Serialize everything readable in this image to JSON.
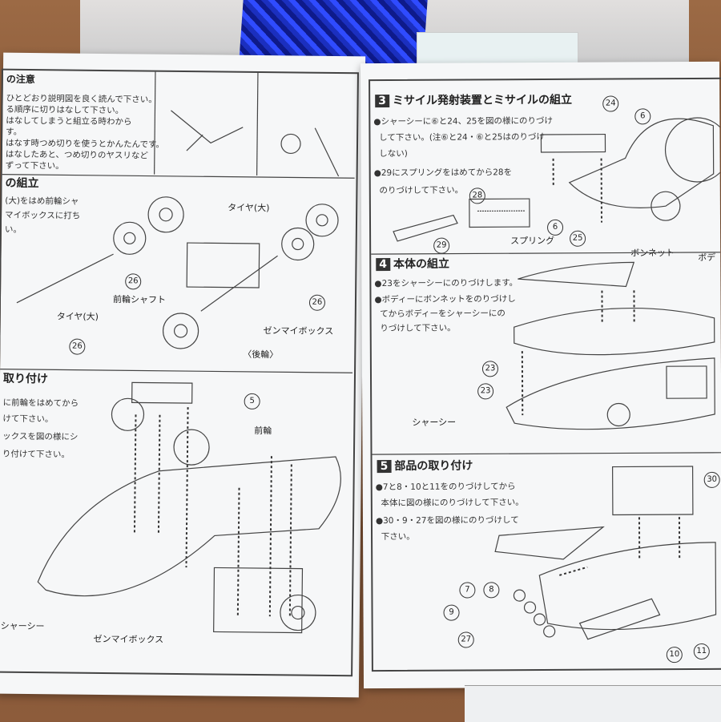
{
  "left_page": {
    "caution_title": "の注意",
    "caution_lines": [
      "ひとどおり説明図を良く読んで下さい。",
      "る順序に切りはなして下さい。",
      "はなしてしまうと組立る時わから",
      "す。",
      "はなす時つめ切りを使うとかんたんです。",
      "はなしたあと、つめ切りのヤスリなど",
      "ずって下さい。"
    ],
    "step2_title": "の組立",
    "step2_lines": [
      "(大)をはめ前輪シャ",
      "マイボックスに打ち",
      "い。"
    ],
    "step2_labels": {
      "tire_large_1": "タイヤ(大)",
      "tire_large_2": "タイヤ(大)",
      "front_shaft": "前輪シャフト",
      "zenmai_box": "ゼンマイボックス",
      "rear_wheel": "〈後輪〉",
      "part_26": "26"
    },
    "step3_title": "取り付け",
    "step3_lines": [
      "に前輪をはめてから",
      "けて下さい。",
      "ックスを図の様にシ",
      "り付けて下さい。"
    ],
    "step3_labels": {
      "front_wheel": "前輪",
      "part_5": "5",
      "chassis": "シャーシー",
      "zenmai_box": "ゼンマイボックス"
    }
  },
  "right_page": {
    "step3": {
      "num": "3",
      "title": "ミサイル発射装置とミサイルの組立",
      "lines": [
        "●シャーシーに⑥と24、25を図の様にのりづけ",
        "  して下さい。(注⑥と24・⑥と25はのりづけ",
        "  しない)",
        "●29にスプリングをはめてから28を",
        "  のりづけして下さい。"
      ],
      "parts": [
        "24",
        "6",
        "28",
        "6",
        "25",
        "29"
      ],
      "spring": "スプリング"
    },
    "step4": {
      "num": "4",
      "title": "本体の組立",
      "lines": [
        "●23をシャーシーにのりづけします。",
        "●ボディーにボンネットをのりづけし",
        "  てからボディーをシャーシーにの",
        "  りづけして下さい。"
      ],
      "bonnet": "ボンネット",
      "body": "ボデ",
      "chassis": "シャーシー",
      "parts": [
        "23",
        "23"
      ]
    },
    "step5": {
      "num": "5",
      "title": "部品の取り付け",
      "lines": [
        "●7と8・10と11をのりづけしてから",
        "  本体に図の様にのりづけして下さい。",
        "●30・9・27を図の様にのりづけして",
        "  下さい。"
      ],
      "parts": [
        "30",
        "7",
        "8",
        "9",
        "27",
        "10",
        "11"
      ]
    }
  }
}
